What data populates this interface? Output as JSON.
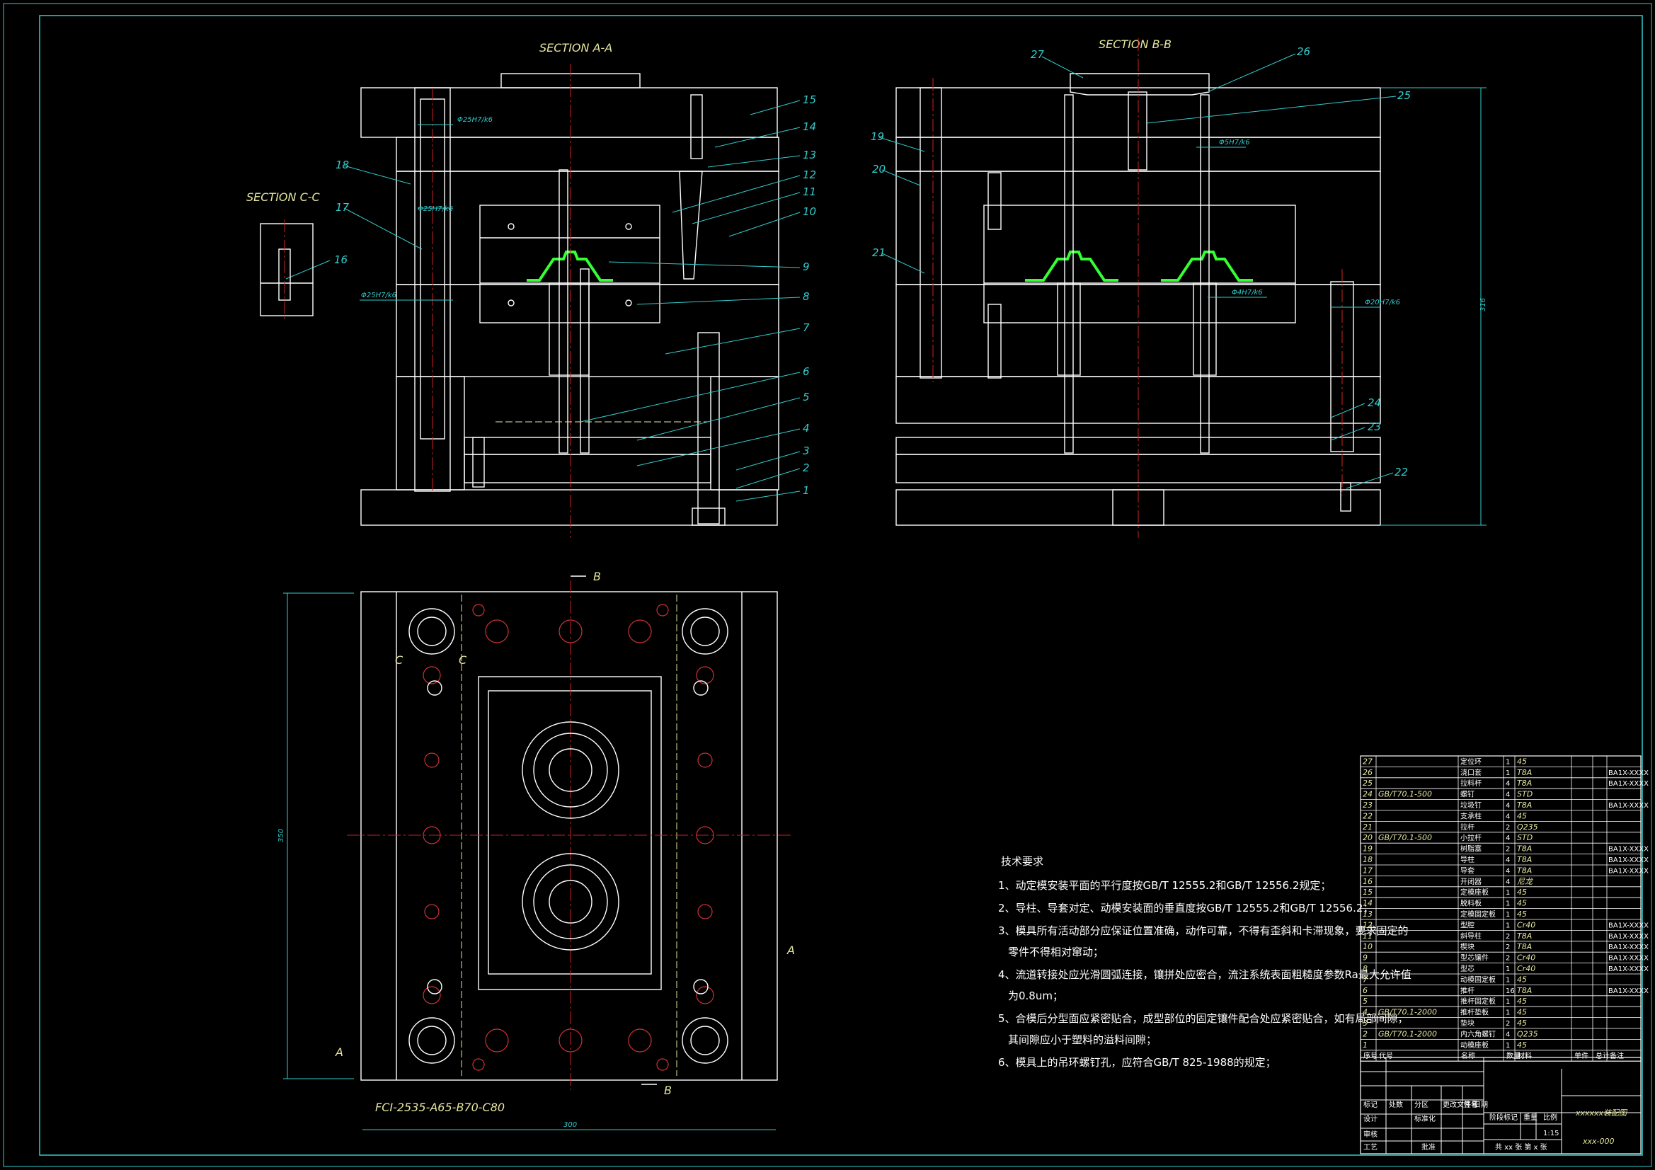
{
  "views": {
    "section_aa_title": "SECTION A-A",
    "section_bb_title": "SECTION B-B",
    "section_cc_title": "SECTION C-C"
  },
  "dimensions": {
    "fit_a1": "Φ25H7/k6",
    "fit_a2": "Φ25H7/k6",
    "fit_a3": "Φ25H7/k6",
    "fit_b1": "Φ5H7/k6",
    "fit_b2": "Φ4H7/k6",
    "fit_b3": "Φ20H7/k6",
    "height": "316",
    "plan_height": "350",
    "plan_width": "300"
  },
  "plan_labels": {
    "b_top": "B",
    "b_bottom": "B",
    "a_left": "A",
    "a_right": "A",
    "c_left": "C",
    "c_right": "C",
    "mold_base": "FCI-2535-A65-B70-C80"
  },
  "callouts_a": [
    "15",
    "14",
    "13",
    "12",
    "11",
    "10",
    "9",
    "8",
    "7",
    "6",
    "5",
    "4",
    "3",
    "2",
    "1",
    "18",
    "17",
    "16"
  ],
  "callouts_b": [
    "27",
    "26",
    "25",
    "19",
    "20",
    "21",
    "24",
    "23",
    "22"
  ],
  "tech_req": {
    "title": "技术要求",
    "items": [
      "1、动定模安装平面的平行度按GB/T 12555.2和GB/T 12556.2规定；",
      "2、导柱、导套对定、动模安装面的垂直度按GB/T 12555.2和GB/T 12556.2；",
      "3、模具所有活动部分应保证位置准确，动作可靠，不得有歪斜和卡滞现象，要求固定的",
      "零件不得相对窜动；",
      "4、流道转接处应光滑圆弧连接，镶拼处应密合，流注系统表面粗糙度参数Ra最大允许值",
      "为0.8um；",
      "5、合模后分型面应紧密贴合，成型部位的固定镶件配合处应紧密贴合，如有局部间隙，",
      "其间隙应小于塑料的溢料间隙；",
      "6、模具上的吊环螺钉孔，应符合GB/T 825-1988的规定；"
    ]
  },
  "bom": [
    {
      "no": "27",
      "std": "",
      "name": "定位环",
      "qty": "1",
      "mat": "45",
      "note": ""
    },
    {
      "no": "26",
      "std": "",
      "name": "浇口套",
      "qty": "1",
      "mat": "T8A",
      "note": "BA1X-XXXX"
    },
    {
      "no": "25",
      "std": "",
      "name": "拉料杆",
      "qty": "4",
      "mat": "T8A",
      "note": "BA1X-XXXX"
    },
    {
      "no": "24",
      "std": "GB/T70.1-500",
      "name": "螺钉",
      "qty": "4",
      "mat": "STD",
      "note": ""
    },
    {
      "no": "23",
      "std": "",
      "name": "垃圾钉",
      "qty": "4",
      "mat": "T8A",
      "note": "BA1X-XXXX"
    },
    {
      "no": "22",
      "std": "",
      "name": "支承柱",
      "qty": "4",
      "mat": "45",
      "note": ""
    },
    {
      "no": "21",
      "std": "",
      "name": "拉杆",
      "qty": "2",
      "mat": "Q235",
      "note": ""
    },
    {
      "no": "20",
      "std": "GB/T70.1-500",
      "name": "小拉杆",
      "qty": "4",
      "mat": "STD",
      "note": ""
    },
    {
      "no": "19",
      "std": "",
      "name": "树脂塞",
      "qty": "2",
      "mat": "T8A",
      "note": "BA1X-XXXX"
    },
    {
      "no": "18",
      "std": "",
      "name": "导柱",
      "qty": "4",
      "mat": "T8A",
      "note": "BA1X-XXXX"
    },
    {
      "no": "17",
      "std": "",
      "name": "导套",
      "qty": "4",
      "mat": "T8A",
      "note": "BA1X-XXXX"
    },
    {
      "no": "16",
      "std": "",
      "name": "开闭器",
      "qty": "4",
      "mat": "尼龙",
      "note": ""
    },
    {
      "no": "15",
      "std": "",
      "name": "定模座板",
      "qty": "1",
      "mat": "45",
      "note": ""
    },
    {
      "no": "14",
      "std": "",
      "name": "脱料板",
      "qty": "1",
      "mat": "45",
      "note": ""
    },
    {
      "no": "13",
      "std": "",
      "name": "定模固定板",
      "qty": "1",
      "mat": "45",
      "note": ""
    },
    {
      "no": "12",
      "std": "",
      "name": "型腔",
      "qty": "1",
      "mat": "Cr40",
      "note": "BA1X-XXXX"
    },
    {
      "no": "11",
      "std": "",
      "name": "斜导柱",
      "qty": "2",
      "mat": "T8A",
      "note": "BA1X-XXXX"
    },
    {
      "no": "10",
      "std": "",
      "name": "楔块",
      "qty": "2",
      "mat": "T8A",
      "note": "BA1X-XXXX"
    },
    {
      "no": "9",
      "std": "",
      "name": "型芯镶件",
      "qty": "2",
      "mat": "Cr40",
      "note": "BA1X-XXXX"
    },
    {
      "no": "8",
      "std": "",
      "name": "型芯",
      "qty": "1",
      "mat": "Cr40",
      "note": "BA1X-XXXX"
    },
    {
      "no": "7",
      "std": "",
      "name": "动模固定板",
      "qty": "1",
      "mat": "45",
      "note": ""
    },
    {
      "no": "6",
      "std": "",
      "name": "推杆",
      "qty": "16",
      "mat": "T8A",
      "note": "BA1X-XXXX"
    },
    {
      "no": "5",
      "std": "",
      "name": "推杆固定板",
      "qty": "1",
      "mat": "45",
      "note": ""
    },
    {
      "no": "4",
      "std": "GB/T70.1-2000",
      "name": "推杆垫板",
      "qty": "1",
      "mat": "45",
      "note": ""
    },
    {
      "no": "3",
      "std": "",
      "name": "垫块",
      "qty": "2",
      "mat": "45",
      "note": ""
    },
    {
      "no": "2",
      "std": "GB/T70.1-2000",
      "name": "内六角螺钉",
      "qty": "4",
      "mat": "Q235",
      "note": ""
    },
    {
      "no": "1",
      "std": "",
      "name": "动模座板",
      "qty": "1",
      "mat": "45",
      "note": ""
    }
  ],
  "bom_header": {
    "no": "序号",
    "std": "代号",
    "name": "名称",
    "qty": "数量",
    "mat": "材料",
    "weight": "单件",
    "total": "总计",
    "note": "备注"
  },
  "title_block": {
    "title": "xxxxxx装配图",
    "drawing_no": "xxx-000",
    "scale": "1:15",
    "sheets": "共 xx 张  第 x 张",
    "r1": "标记",
    "r2": "处数",
    "r3": "分区",
    "r4": "更改文件号",
    "r5": "签名",
    "r6": "日期",
    "d1": "设计",
    "d2": "标准化",
    "d3": "审核",
    "d4": "工艺",
    "d5": "批准",
    "s1": "阶段标记",
    "s2": "重量",
    "s3": "比例"
  }
}
